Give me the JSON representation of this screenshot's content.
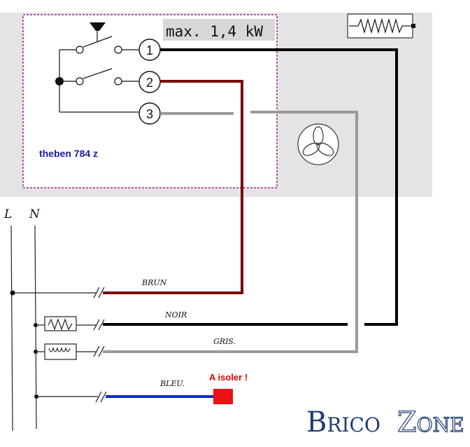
{
  "header": {
    "power_rating": "max. 1,4 kW"
  },
  "device": {
    "model": "theben 784  z",
    "terminals": [
      "1",
      "2",
      "3"
    ]
  },
  "mains": {
    "line_label": "L",
    "neutral_label": "N"
  },
  "wires": {
    "brown": "BRUN",
    "black": "NOIR",
    "grey": "GRIS.",
    "blue": "BLEU."
  },
  "warning": "A isoler !",
  "logo": {
    "part1": "Brico",
    "part2": "Zone"
  },
  "colors": {
    "brown_wire": "#7a0a0a",
    "black_wire": "#000000",
    "grey_wire": "#9a9a9a",
    "blue_wire": "#0a2fbf",
    "isolation_block": "#ee1111",
    "warning_text": "#dd0000",
    "model_text": "#1a1aa0",
    "panel_bg": "#e4e4e4",
    "device_border": "#a020a0",
    "logo": "#1f3b73"
  }
}
